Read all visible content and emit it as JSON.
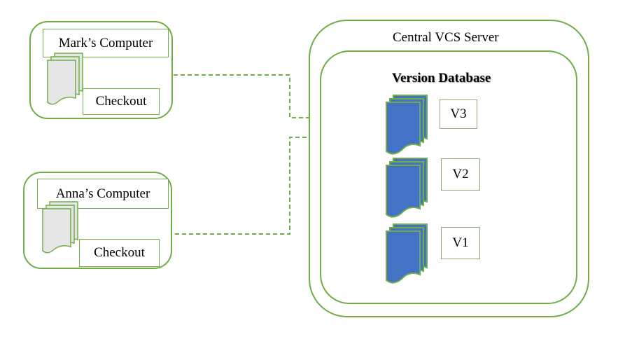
{
  "clients": [
    {
      "title": "Mark’s Computer",
      "action": "Checkout"
    },
    {
      "title": "Anna’s Computer",
      "action": "Checkout"
    }
  ],
  "server": {
    "title": "Central VCS Server",
    "database_title": "Version Database",
    "versions": [
      "V3",
      "V2",
      "V1"
    ]
  },
  "colors": {
    "border": "#70ad47",
    "version_doc_fill": "#4472c4",
    "local_doc_fill": "#e7e6e6",
    "connector": "#70ad47"
  }
}
